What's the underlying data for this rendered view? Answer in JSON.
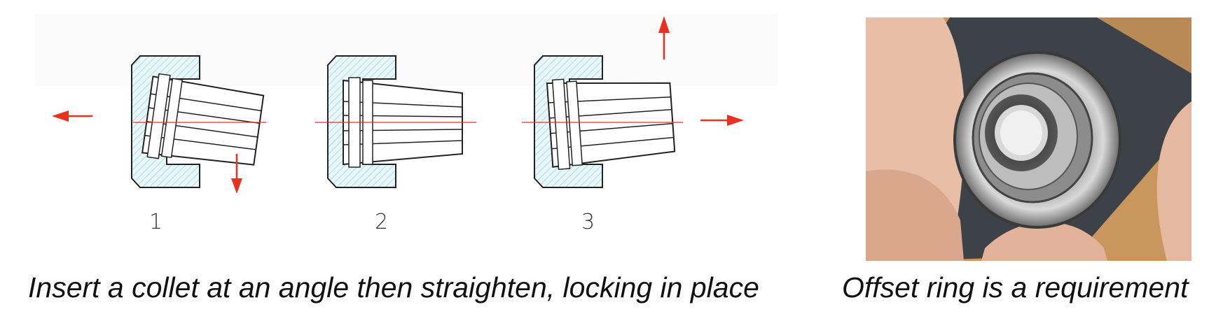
{
  "steps": [
    {
      "label": "1"
    },
    {
      "label": "2"
    },
    {
      "label": "3"
    }
  ],
  "captions": {
    "left": "Insert a collet at an angle then straighten, locking in place",
    "right": "Offset ring is a requirement"
  },
  "colors": {
    "arrow": "#e8321f",
    "outline": "#222222",
    "hatch": "#8fd3dd",
    "centerline": "#e8321f"
  }
}
